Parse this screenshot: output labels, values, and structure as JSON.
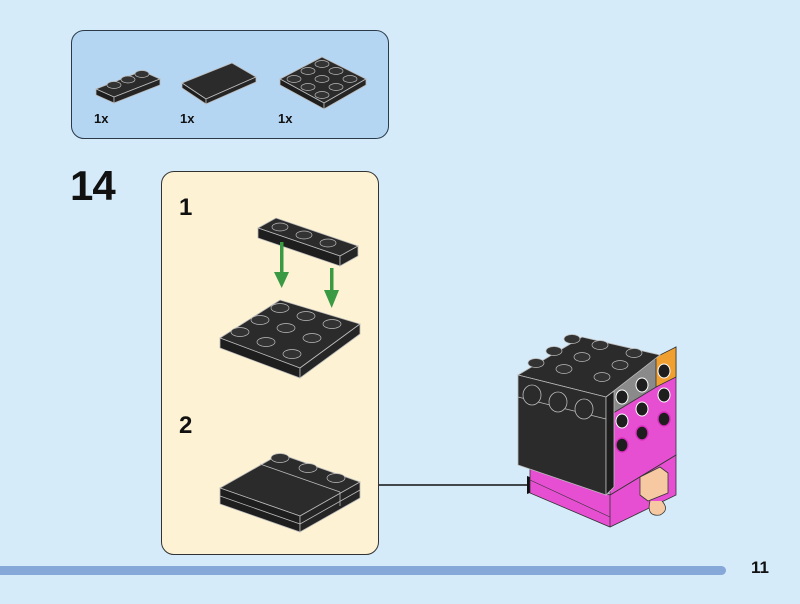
{
  "parts_list": {
    "items": [
      {
        "name": "plate-1x3-black",
        "quantity": "1x"
      },
      {
        "name": "tile-2x3-black",
        "quantity": "1x"
      },
      {
        "name": "plate-3x3-black",
        "quantity": "1x"
      }
    ]
  },
  "step": {
    "number": "14",
    "substeps": [
      {
        "label": "1"
      },
      {
        "label": "2"
      }
    ]
  },
  "colors": {
    "brick_black": "#2b2b2b",
    "arrow_green": "#3a9a44",
    "panel_yellow": "#fdf3d4",
    "parts_blue": "#b5d6f2",
    "page_bg": "#d6ebfa",
    "magenta": "#e64fd2",
    "orange": "#f0a030",
    "skin": "#f7c9a3"
  },
  "page": {
    "number": "11"
  }
}
